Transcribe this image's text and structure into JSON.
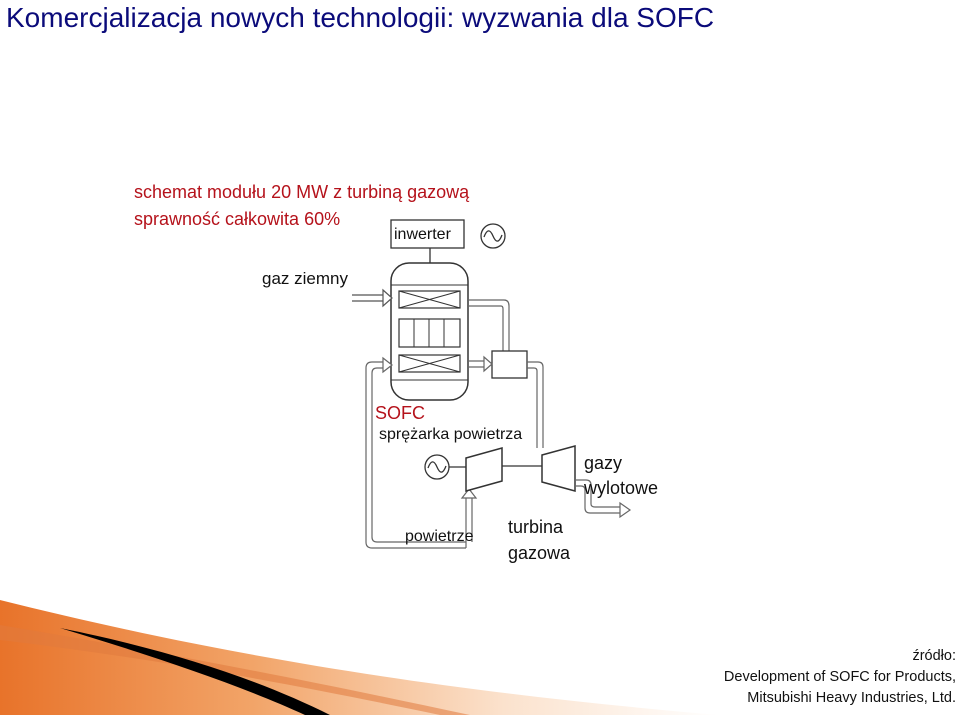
{
  "slide": {
    "title": "Komercjalizacja nowych technologii: wyzwania dla SOFC",
    "subtitle_line1": "schemat modułu 20 MW z turbiną gazową",
    "subtitle_line2": "sprawność całkowita 60%"
  },
  "diagram": {
    "inverter": "inwerter",
    "natural_gas": "gaz ziemny",
    "sofc": "SOFC",
    "compressor": "sprężarka powietrza",
    "exhaust_line1": "gazy",
    "exhaust_line2": "wylotowe",
    "air": "powietrze",
    "turbine_line1": "turbina",
    "turbine_line2": "gazowa"
  },
  "source": {
    "line1": "źródło:",
    "line2": "Development of SOFC for Products,",
    "line3": "Mitsubishi Heavy Industries, Ltd."
  },
  "colors": {
    "title": "#0b0b7a",
    "accent_red": "#b5121b",
    "footer_orange": "#e8732a"
  }
}
